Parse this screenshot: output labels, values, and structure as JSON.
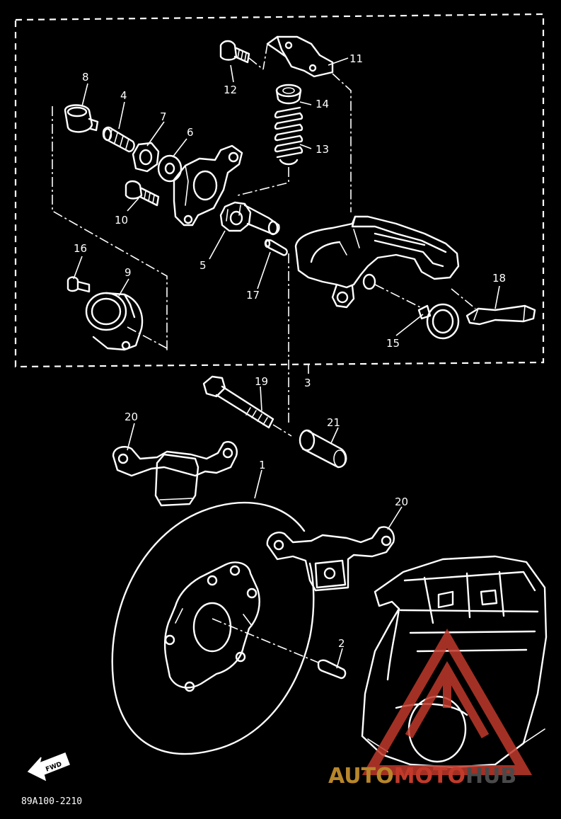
{
  "diagram": {
    "callouts": {
      "p1": "1",
      "p2": "2",
      "p3": "3",
      "p4": "4",
      "p5": "5",
      "p6": "6",
      "p7": "7",
      "p8": "8",
      "p9": "9",
      "p10": "10",
      "p11": "11",
      "p12": "12",
      "p13": "13",
      "p14": "14",
      "p15": "15",
      "p16": "16",
      "p17": "17",
      "p18": "18",
      "p19": "19",
      "p20a": "20",
      "p20b": "20",
      "p21": "21"
    },
    "fwd_label": "FWD",
    "drawing_code": "89A100-2210"
  },
  "watermark": {
    "part1": "AUTO",
    "part2": "MOTO",
    "part3": "HUB",
    "colors": {
      "part1": "#b8862a",
      "part2": "#c23a2a",
      "part3": "#4a4a4a",
      "triangle": "#c0392b"
    }
  }
}
